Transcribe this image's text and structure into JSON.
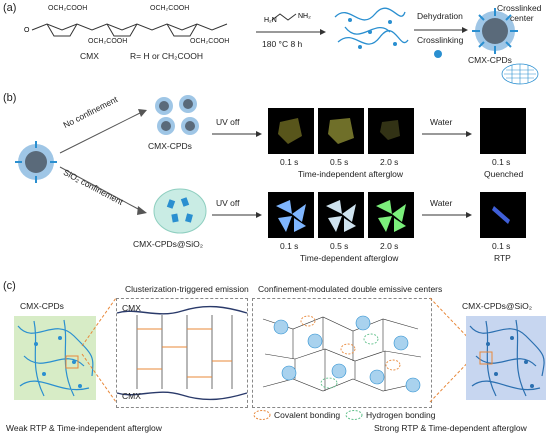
{
  "panel_a": {
    "label": "(a)",
    "cmx_label": "CMX",
    "r_def": "R= H or CH₂COOH",
    "substituent_1": "OCH₂COOH",
    "substituent_2": "OCH₂COOH",
    "substituent_3": "OCH₂COOH",
    "substituent_4": "OCH₂COOH",
    "reaction": "180 °C 8 h",
    "step1": "Dehydration",
    "step2": "Crosslinking",
    "crosslinked": "Crosslinked",
    "center": "center",
    "product": "CMX-CPDs"
  },
  "panel_b": {
    "label": "(b)",
    "branch_top": "No confinement",
    "branch_bottom": "SiO₂ confinement",
    "top_name": "CMX-CPDs",
    "bottom_name": "CMX-CPDs@SiO₂",
    "uv_off_top": "UV off",
    "uv_off_bottom": "UV off",
    "water_top": "Water",
    "water_bottom": "Water",
    "times_top": [
      "0.1 s",
      "0.5 s",
      "2.0 s"
    ],
    "times_bottom": [
      "0.1 s",
      "0.5 s",
      "2.0 s"
    ],
    "caption_top": "Time-independent afterglow",
    "caption_bottom": "Time-dependent afterglow",
    "water_time_top": "0.1 s",
    "water_time_bottom": "0.1 s",
    "result_top": "Quenched",
    "result_bottom": "RTP"
  },
  "panel_c": {
    "label": "(c)",
    "left_title": "CMX-CPDs",
    "right_title": "CMX-CPDs@SiO₂",
    "box1_title": "Clusterization-triggered emission",
    "box2_title": "Confinement-modulated double emissive centers",
    "cmx_top": "CMX",
    "cmx_bottom": "CMX",
    "legend_covalent": "Covalent bonding",
    "legend_hydrogen": "Hydrogen bonding",
    "left_caption": "Weak RTP & Time-independent afterglow",
    "right_caption": "Strong RTP & Time-dependent afterglow"
  },
  "colors": {
    "cpd_blue": "#2a8fd0",
    "green_bg": "#d7ecc6",
    "blue_bg": "#c7d6f0",
    "orange": "#e8883a",
    "hbond_green": "#5fbf8a",
    "yellow_glow": "#8a8a2a",
    "blue_glow": "#7fb6ff",
    "green_glow": "#7bef7b"
  }
}
